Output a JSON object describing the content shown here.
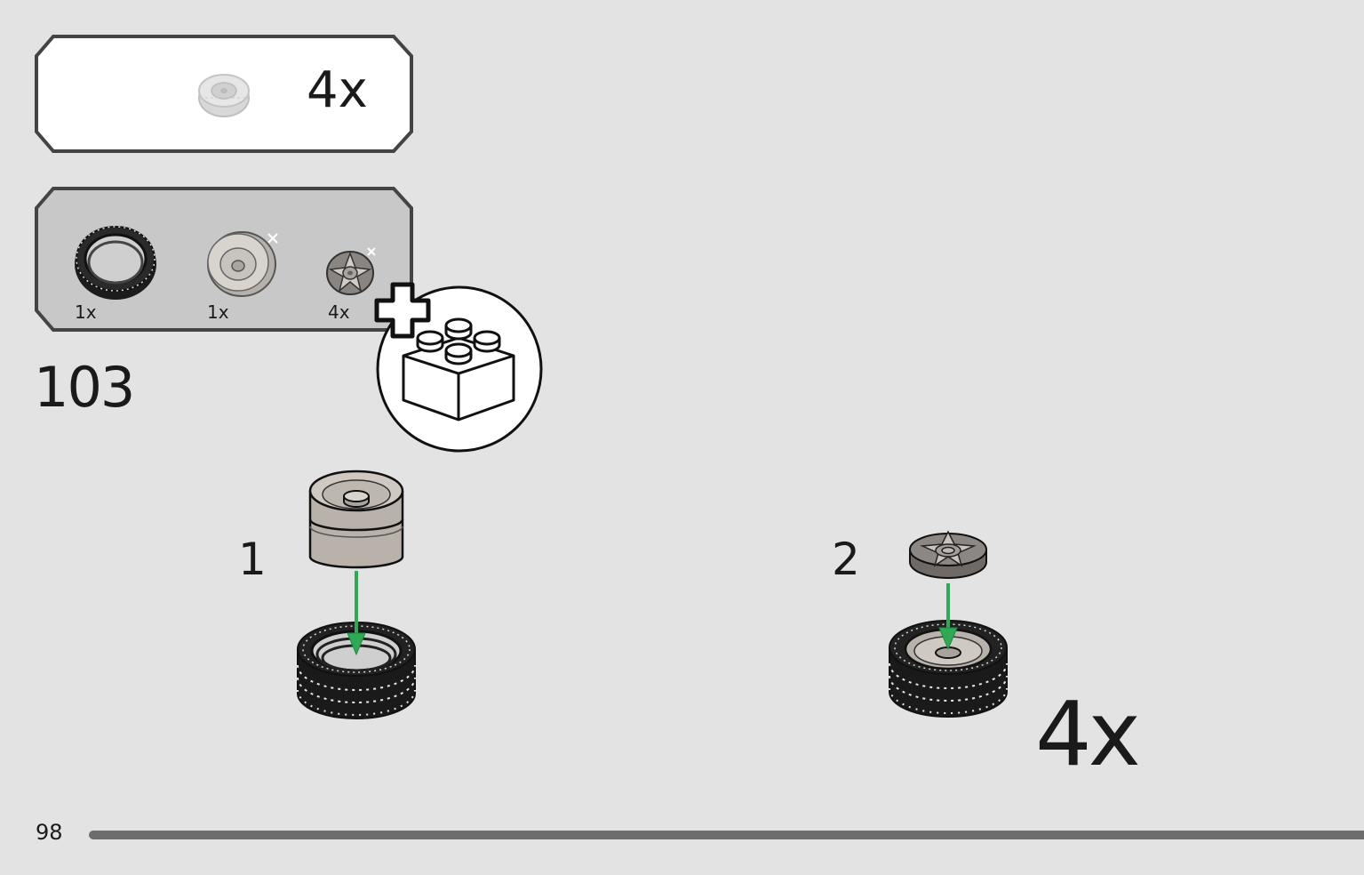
{
  "subassembly_callout": {
    "quantity": "4x",
    "preview_icon": "wheel-assembly-icon"
  },
  "parts_list": {
    "items": [
      {
        "qty": "1x",
        "icon": "tire-icon"
      },
      {
        "qty": "1x",
        "icon": "rim-icon"
      },
      {
        "qty": "4x",
        "icon": "hub-cap-icon"
      }
    ]
  },
  "step_number": "103",
  "new_bag_icon": "lego-brick-plus-icon",
  "substeps": [
    {
      "number": "1"
    },
    {
      "number": "2"
    }
  ],
  "repeat_multiplier": "4x",
  "page_number": "98",
  "colors": {
    "background": "#e3e3e3",
    "arrow": "#2eaa55",
    "progress_bar": "#6d6d6d"
  }
}
